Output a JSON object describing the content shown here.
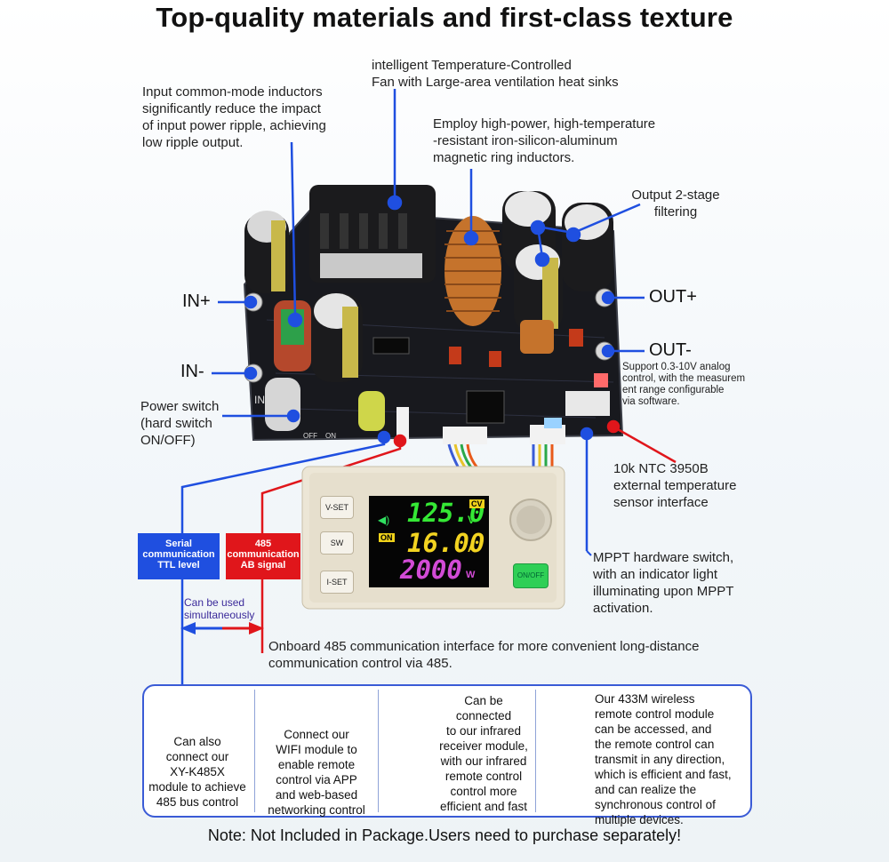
{
  "title": "Top-quality materials and first-class texture",
  "callouts": {
    "inductor": "Input common-mode inductors\nsignificantly reduce the impact\nof input power ripple, achieving\nlow ripple output.",
    "fan": "intelligent Temperature-Controlled\nFan with Large-area ventilation heat sinks",
    "magnetic": "Employ high-power, high-temperature\n-resistant iron-silicon-aluminum\nmagnetic ring inductors.",
    "filter": "Output 2-stage\nfiltering",
    "analog": "Support 0.3-10V analog\ncontrol, with the measurem\nent range configurable\nvia software.",
    "power_switch": "Power switch\n(hard switch\nON/OFF)",
    "ntc": "10k NTC 3950B\n external temperature\nsensor interface",
    "mppt": "MPPT hardware switch,\nwith an indicator light\nilluminating upon MPPT\nactivation.",
    "onboard485": "Onboard 485 communication interface for more convenient long-distance\ncommunication control via 485."
  },
  "terminals": {
    "in_plus": "IN+",
    "in_minus": "IN-",
    "out_plus": "OUT+",
    "out_minus": "OUT-"
  },
  "badges": {
    "serial": "Serial\ncommunication\nTTL level",
    "rs485": "485\ncommunication\nAB signal",
    "simultaneous": "Can be used\nsimultaneously"
  },
  "board_marks": {
    "in": "IN",
    "off": "OFF",
    "on": "ON"
  },
  "display": {
    "voltage": "125.0",
    "voltage_unit": "V",
    "cv": "CV",
    "current": "16.00",
    "current_unit": "A",
    "power": "2000",
    "power_unit": "W",
    "on_label": "ON",
    "btn_vset": "V-SET",
    "btn_sw": "SW",
    "btn_iset": "I-SET",
    "btn_onoff": "ON/OFF"
  },
  "modules": [
    {
      "text": "Can also\nconnect our\nXY-K485X\nmodule to achieve\n485 bus control"
    },
    {
      "text": "Connect our\nWIFI module to\nenable remote\ncontrol via APP\nand web-based\nnetworking control"
    },
    {
      "text": "Can be\nconnected\nto our infrared\nreceiver module,\nwith our infrared\nremote control\ncontrol more\nefficient and fast"
    },
    {
      "text": "Our 433M wireless\nremote control module\ncan be accessed, and\nthe remote control can\ntransmit in any direction,\nwhich is efficient and fast,\n and can realize the\nsynchronous control of\nmultiple devices."
    }
  ],
  "note": "Note: Not Included in Package.Users need to purchase separately!",
  "colors": {
    "blue": "#1f4fe0",
    "red": "#e0161b",
    "board": "#1a1c22",
    "module_body": "#e9e2d2"
  }
}
